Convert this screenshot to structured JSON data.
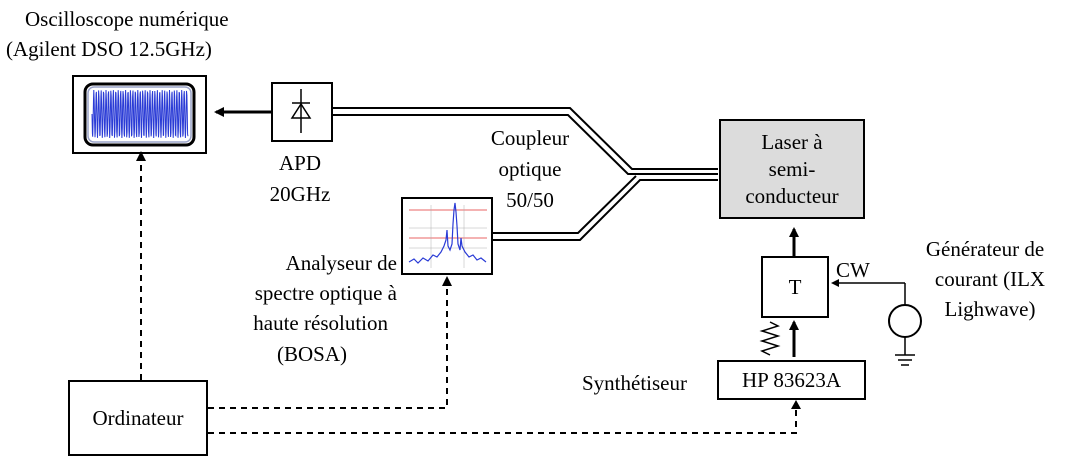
{
  "oscilloscope": {
    "title_line1": "Oscilloscope numérique",
    "title_line2": "(Agilent DSO 12.5GHz)"
  },
  "apd": {
    "line1": "APD",
    "line2": "20GHz"
  },
  "coupler": {
    "line1": "Coupleur",
    "line2": "optique",
    "line3": "50/50"
  },
  "analyzer": {
    "line1": "Analyseur de",
    "line2": "spectre optique à",
    "line3": "haute résolution",
    "line4": "(BOSA)"
  },
  "laser": {
    "line1": "Laser à",
    "line2": "semi-",
    "line3": "conducteur"
  },
  "tee": {
    "label": "T"
  },
  "cw": {
    "label": "CW"
  },
  "current_generator": {
    "line1": "Générateur de",
    "line2": "courant (ILX",
    "line3": "Lighwave)"
  },
  "synthesizer": {
    "label": "Synthétiseur",
    "model": "HP 83623A"
  },
  "computer": {
    "label": "Ordinateur"
  },
  "colors": {
    "trace": "#2a3bd6",
    "laser_fill": "#dcdcdc",
    "red_line": "#e03030"
  }
}
